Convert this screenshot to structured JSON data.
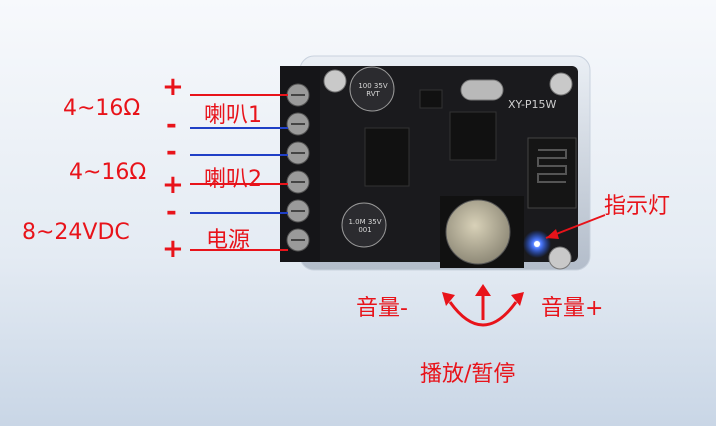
{
  "terminals": {
    "speaker1": {
      "impedance": "4~16Ω",
      "name": "喇叭1",
      "pos_sign": "+",
      "neg_sign": "-"
    },
    "speaker2": {
      "impedance": "4~16Ω",
      "name": "喇叭2",
      "neg_sign": "-",
      "pos_sign": "+"
    },
    "power": {
      "voltage": "8~24VDC",
      "name": "电源",
      "neg_sign": "-",
      "pos_sign": "+"
    }
  },
  "board": {
    "model": "XY-P15W",
    "capacitor_top": "100 35V RVT",
    "capacitor_bottom": "1.0M 35V 001"
  },
  "indicator": {
    "label": "指示灯",
    "color": "#1e5bff"
  },
  "knob": {
    "volume_down": "音量-",
    "volume_up": "音量+",
    "press": "播放/暂停"
  },
  "colors": {
    "label_red": "#e8131a",
    "wire_blue": "#1f3fc6",
    "pcb": "#1a1a1d"
  }
}
